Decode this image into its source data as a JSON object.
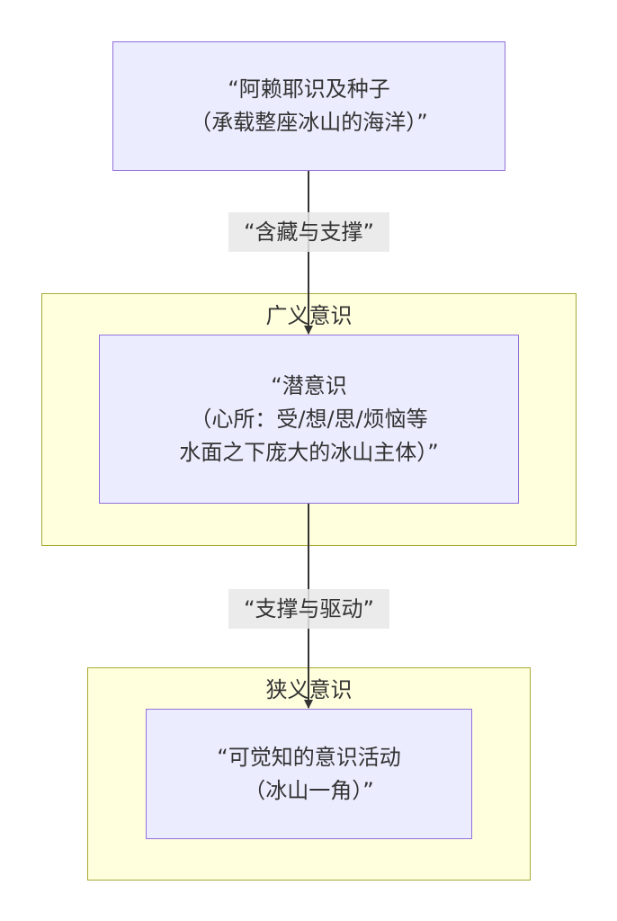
{
  "nodes": {
    "alaya": {
      "lines": [
        "“阿赖耶识及种子",
        "（承载整座冰山的海洋）”"
      ]
    },
    "subconscious": {
      "lines": [
        "“潜意识",
        "（心所：受/想/思/烦恼等",
        "水面之下庞大的冰山主体）”"
      ]
    },
    "conscious": {
      "lines": [
        "“可觉知的意识活动",
        "（冰山一角）”"
      ]
    }
  },
  "clusters": {
    "broad": {
      "title": "广义意识"
    },
    "narrow": {
      "title": "狭义意识"
    }
  },
  "edges": {
    "e1": {
      "label": "“含藏与支撑”"
    },
    "e2": {
      "label": "“支撑与驱动”"
    }
  },
  "colors": {
    "node_fill": "#ECECFF",
    "node_stroke": "#9370DB",
    "cluster_fill": "#FFFFDE",
    "cluster_stroke": "#AAAA33",
    "edge": "#333333"
  }
}
